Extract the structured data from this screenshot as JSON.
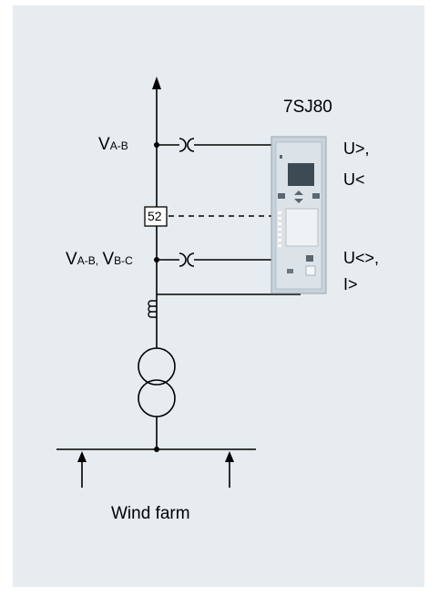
{
  "device": {
    "name": "7SJ80",
    "functions_top": [
      "U>,",
      "U<"
    ],
    "functions_bottom": [
      "U<>,",
      "I>"
    ]
  },
  "labels": {
    "v_top_main": "V",
    "v_top_sub": "A-B",
    "v_bot_main1": "V",
    "v_bot_sub1": "A-B,",
    "v_bot_main2": "V",
    "v_bot_sub2": "B-C"
  },
  "breaker": {
    "number": "52"
  },
  "caption": "Wind farm",
  "colors": {
    "background": "#e6ecf0",
    "line": "#000000",
    "relay_body": "#c8d2da",
    "relay_screen": "#3c4a54",
    "relay_display": "#eef2f4"
  }
}
